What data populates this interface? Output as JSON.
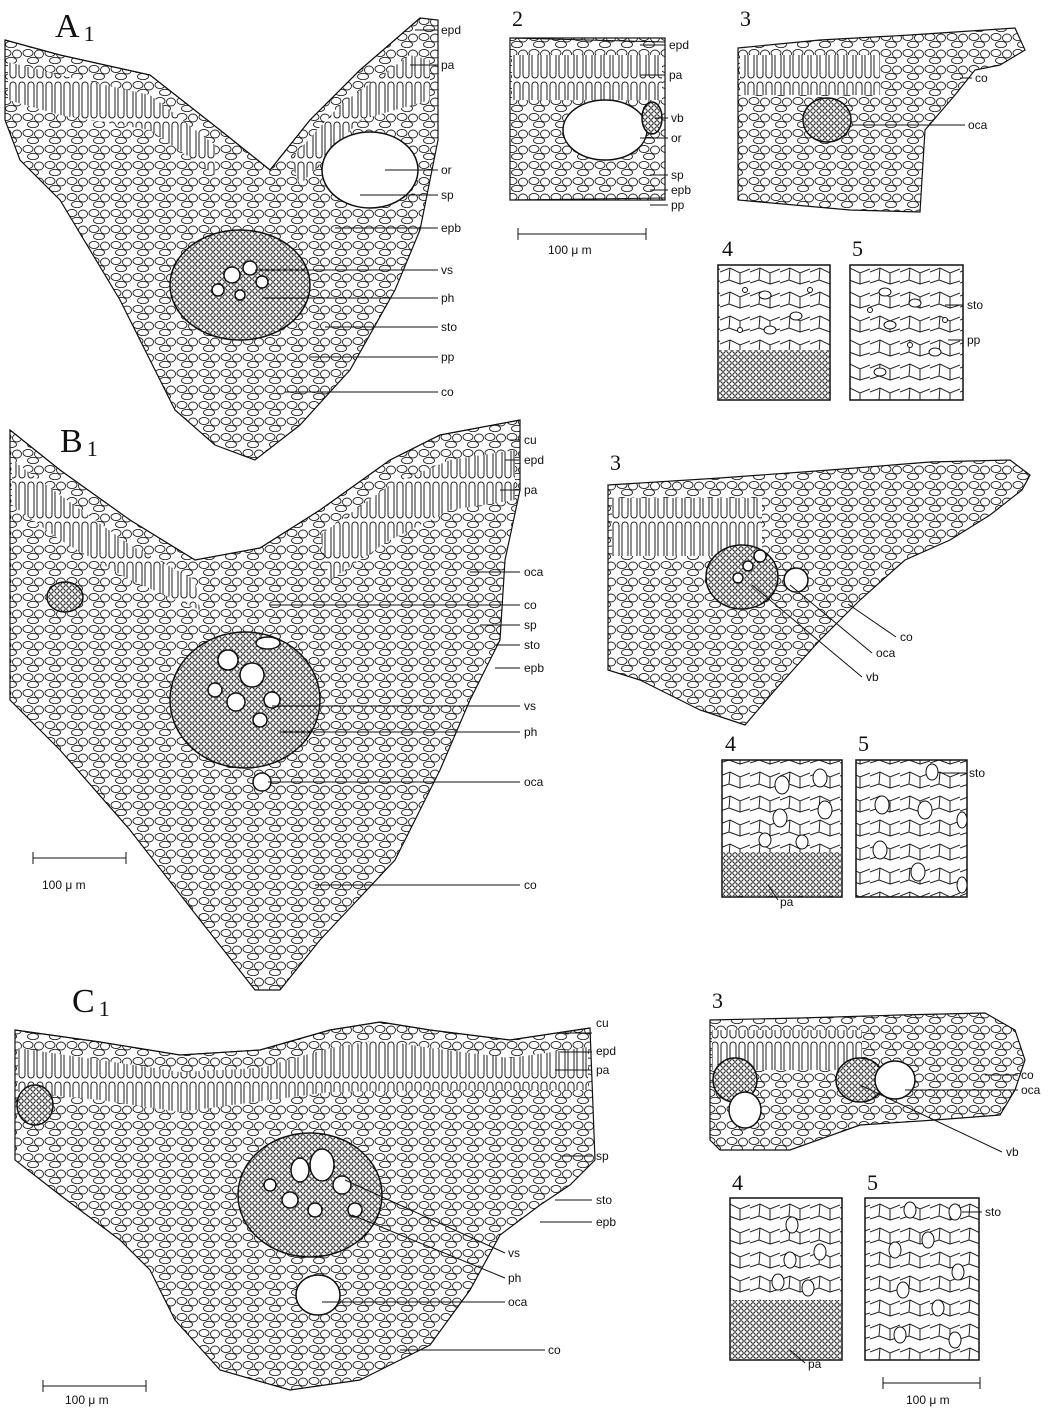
{
  "panels": {
    "A": {
      "letter": "A",
      "index": "1",
      "sub_panels": [
        "2",
        "3",
        "4",
        "5"
      ],
      "labels_1": [
        "epd",
        "pa",
        "or",
        "sp",
        "epb",
        "vs",
        "ph",
        "sto",
        "pp",
        "co"
      ],
      "labels_2": [
        "epd",
        "pa",
        "vb",
        "or",
        "sp",
        "epb",
        "pp"
      ],
      "labels_3": [
        "co",
        "oca"
      ],
      "labels_5": [
        "sto",
        "pp"
      ],
      "scale_bar": "100 μ m"
    },
    "B": {
      "letter": "B",
      "index": "1",
      "sub_panels": [
        "3",
        "4",
        "5"
      ],
      "labels_1": [
        "cu",
        "epd",
        "pa",
        "oca",
        "co",
        "sp",
        "sto",
        "epb",
        "vs",
        "ph",
        "oca",
        "co"
      ],
      "labels_3": [
        "co",
        "oca",
        "vb"
      ],
      "labels_4": [
        "pa"
      ],
      "labels_5": [
        "sto"
      ],
      "scale_bar": "100 μ m"
    },
    "C": {
      "letter": "C",
      "index": "1",
      "sub_panels": [
        "3",
        "4",
        "5"
      ],
      "labels_1": [
        "cu",
        "epd",
        "pa",
        "sp",
        "sto",
        "epb",
        "vs",
        "ph",
        "oca",
        "co"
      ],
      "labels_3": [
        "co",
        "oca",
        "vb"
      ],
      "labels_4": [
        "pa"
      ],
      "labels_5": [
        "sto"
      ],
      "scale_bar_1": "100 μ m",
      "scale_bar_5": "100 μ m"
    }
  }
}
